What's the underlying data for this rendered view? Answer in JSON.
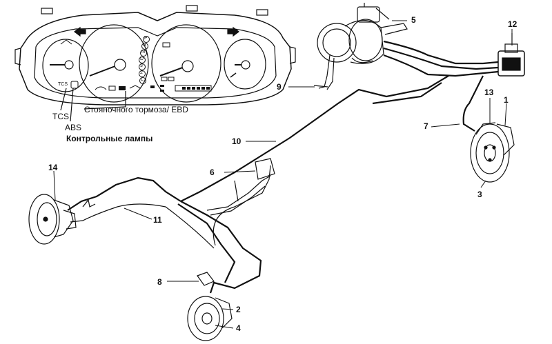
{
  "labels": {
    "n1": "1",
    "n2": "2",
    "n3": "3",
    "n4": "4",
    "n5": "5",
    "n6": "6",
    "n7": "7",
    "n8": "8",
    "n9": "9",
    "n10": "10",
    "n11": "11",
    "n12": "12",
    "n13": "13",
    "n14": "14"
  },
  "cluster": {
    "tcs_small": "TCS",
    "tcs": "TCS",
    "abs": "ABS",
    "parking_ebd": "Стояночного тормоза/ EBD",
    "warning_lamps": "Контрольные лампы",
    "gear_letters": [
      "P",
      "R",
      "N",
      "D",
      "3",
      "2",
      "L"
    ]
  }
}
